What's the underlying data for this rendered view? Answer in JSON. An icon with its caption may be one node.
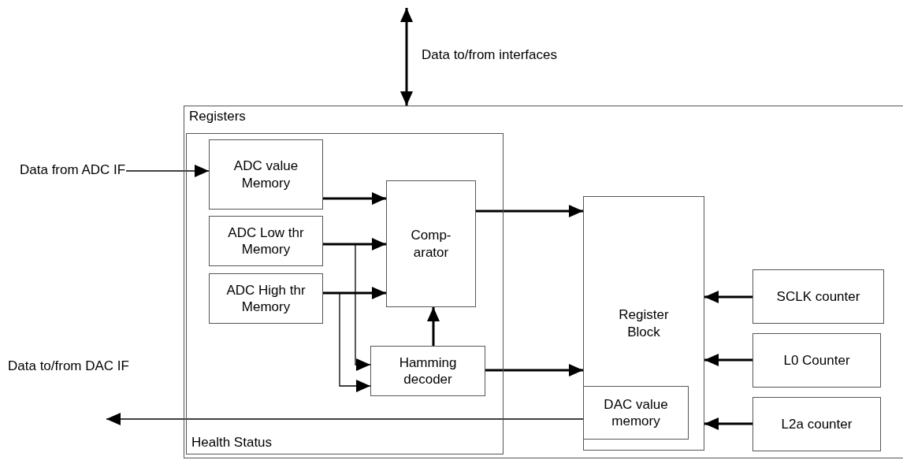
{
  "diagram": {
    "nodes": [
      {
        "text": [
          "Registers"
        ]
      },
      {
        "text": [
          "Health Status"
        ],
        "in": 0
      },
      {
        "text": [
          "ADC value Memory"
        ],
        "in": 1
      },
      {
        "text": [
          "ADC Low thr Memory"
        ],
        "in": 1
      },
      {
        "text": [
          "ADC High thr Memory"
        ],
        "in": 1
      },
      {
        "text": [
          "Comp- arator"
        ],
        "in": 1
      },
      {
        "text": [
          "Hamming decoder"
        ],
        "in": 1
      },
      {
        "text": [
          "Register Block"
        ],
        "in": 0
      },
      {
        "text": [
          "DAC value memory"
        ],
        "in": 7
      },
      {
        "text": [
          "SCLK counter"
        ],
        "in": 0
      },
      {
        "text": [
          "L0 Counter"
        ],
        "in": 0
      },
      {
        "text": [
          "L2a counter"
        ],
        "in": 0
      },
      {
        "text": [
          "Data from ADC IF"
        ]
      }
    ],
    "edges": [
      {
        "from": null,
        "to": 0,
        "arrow": "both"
      },
      {
        "from": 12,
        "to": 2,
        "arrow": "to"
      },
      {
        "from": 2,
        "to": 5,
        "arrow": "to"
      },
      {
        "from": 3,
        "to": 5,
        "arrow": "to"
      },
      {
        "from": 4,
        "to": 5,
        "arrow": "to"
      },
      {
        "from": 3,
        "to": 6,
        "arrow": "to"
      },
      {
        "from": 4,
        "to": 6,
        "arrow": "to"
      },
      {
        "from": 6,
        "to": 5,
        "arrow": "to"
      },
      {
        "from": 5,
        "to": 7,
        "arrow": "to"
      },
      {
        "from": 6,
        "to": 7,
        "arrow": "to"
      },
      {
        "from": 9,
        "to": 7,
        "arrow": "to"
      },
      {
        "from": 10,
        "to": 7,
        "arrow": "to"
      },
      {
        "from": 11,
        "to": 7,
        "arrow": "to"
      },
      {
        "from": 8,
        "to": null,
        "arrow": "to"
      }
    ],
    "labels": [
      "Data to/from interfaces",
      "Data to/from DAC IF"
    ]
  }
}
